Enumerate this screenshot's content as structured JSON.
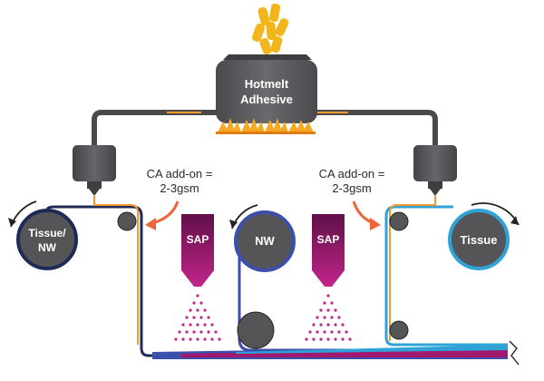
{
  "tank": {
    "line1": "Hotmelt",
    "line2": "Adhesive"
  },
  "left_note": {
    "line1": "CA add-on =",
    "line2": "2-3gsm"
  },
  "right_note": {
    "line1": "CA add-on =",
    "line2": "2-3gsm"
  },
  "rolls": {
    "left": {
      "line1": "Tissue/",
      "line2": "NW"
    },
    "middle": {
      "label": "NW"
    },
    "right": {
      "label": "Tissue"
    }
  },
  "sap_left": {
    "label": "SAP"
  },
  "sap_right": {
    "label": "SAP"
  },
  "colors": {
    "body": "#555558",
    "pipe": "#4a4a4d",
    "orange": "#f39a2e",
    "flame": "#f7a823",
    "navy": "#1f2b56",
    "blue": "#3c4faa",
    "cyan": "#2fa3d6",
    "sap": "#a0196e",
    "arrow": "#f0643a",
    "gold": "#f3b51a"
  }
}
